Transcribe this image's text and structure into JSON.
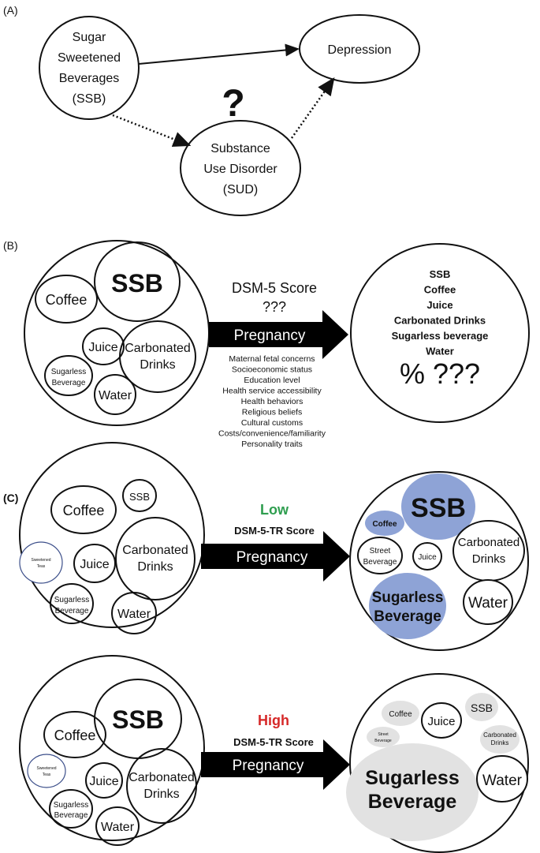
{
  "panelA": {
    "label": "(A)",
    "ssb_lines": [
      "Sugar",
      "Sweetened",
      "Beverages",
      "(SSB)"
    ],
    "depression": "Depression",
    "sud_lines": [
      "Substance",
      "Use Disorder",
      "(SUD)"
    ],
    "question": "?"
  },
  "panelB": {
    "label": "(B)",
    "left": {
      "ssb": "SSB",
      "coffee": "Coffee",
      "juice": "Juice",
      "carbonated": [
        "Carbonated",
        "Drinks"
      ],
      "sugarless": [
        "Sugarless",
        "Beverage"
      ],
      "water": "Water"
    },
    "score_title": "DSM-5 Score",
    "score_value": "???",
    "arrow_label": "Pregnancy",
    "factors": [
      "Maternal fetal concerns",
      "Socioeconomic status",
      "Education level",
      "Health service accessibility",
      "Health behaviors",
      "Religious beliefs",
      "Cultural customs",
      "Costs/convenience/familiarity",
      "Personality traits"
    ],
    "right": {
      "items": [
        "SSB",
        "Coffee",
        "Juice",
        "Carbonated Drinks",
        "Sugarless beverage",
        "Water"
      ],
      "percent": "% ???"
    }
  },
  "panelC": {
    "label": "(C)",
    "low": {
      "level": "Low",
      "level_color": "#2e9e4f",
      "score_label": "DSM-5-TR Score",
      "arrow_label": "Pregnancy",
      "left": {
        "coffee": "Coffee",
        "ssb": "SSB",
        "sweetened_teas": [
          "Sweetened",
          "Teas"
        ],
        "juice": "Juice",
        "carbonated": [
          "Carbonated",
          "Drinks"
        ],
        "sugarless": [
          "Sugarless",
          "Beverage"
        ],
        "water": "Water"
      },
      "right": {
        "ssb": "SSB",
        "coffee": "Coffee",
        "street": [
          "Street",
          "Beverage"
        ],
        "juice": "Juice",
        "carbonated": [
          "Carbonated",
          "Drinks"
        ],
        "sugarless": [
          "Sugarless",
          "Beverage"
        ],
        "water": "Water",
        "fill_color": "#8ea3d6"
      }
    },
    "high": {
      "level": "High",
      "level_color": "#d62828",
      "score_label": "DSM-5-TR Score",
      "arrow_label": "Pregnancy",
      "left": {
        "ssb": "SSB",
        "coffee": "Coffee",
        "sweetened_teas": [
          "Sweetened",
          "Teas"
        ],
        "juice": "Juice",
        "carbonated": [
          "Carbonated",
          "Drinks"
        ],
        "sugarless": [
          "Sugarless",
          "Beverage"
        ],
        "water": "Water"
      },
      "right": {
        "coffee": "Coffee",
        "juice": "Juice",
        "ssb": "SSB",
        "street": [
          "Street",
          "Beverage"
        ],
        "carbonated": [
          "Carbonated",
          "Drinks"
        ],
        "sugarless": [
          "Sugarless",
          "Beverage"
        ],
        "water": "Water",
        "fill_color": "#e2e2e2"
      }
    }
  }
}
